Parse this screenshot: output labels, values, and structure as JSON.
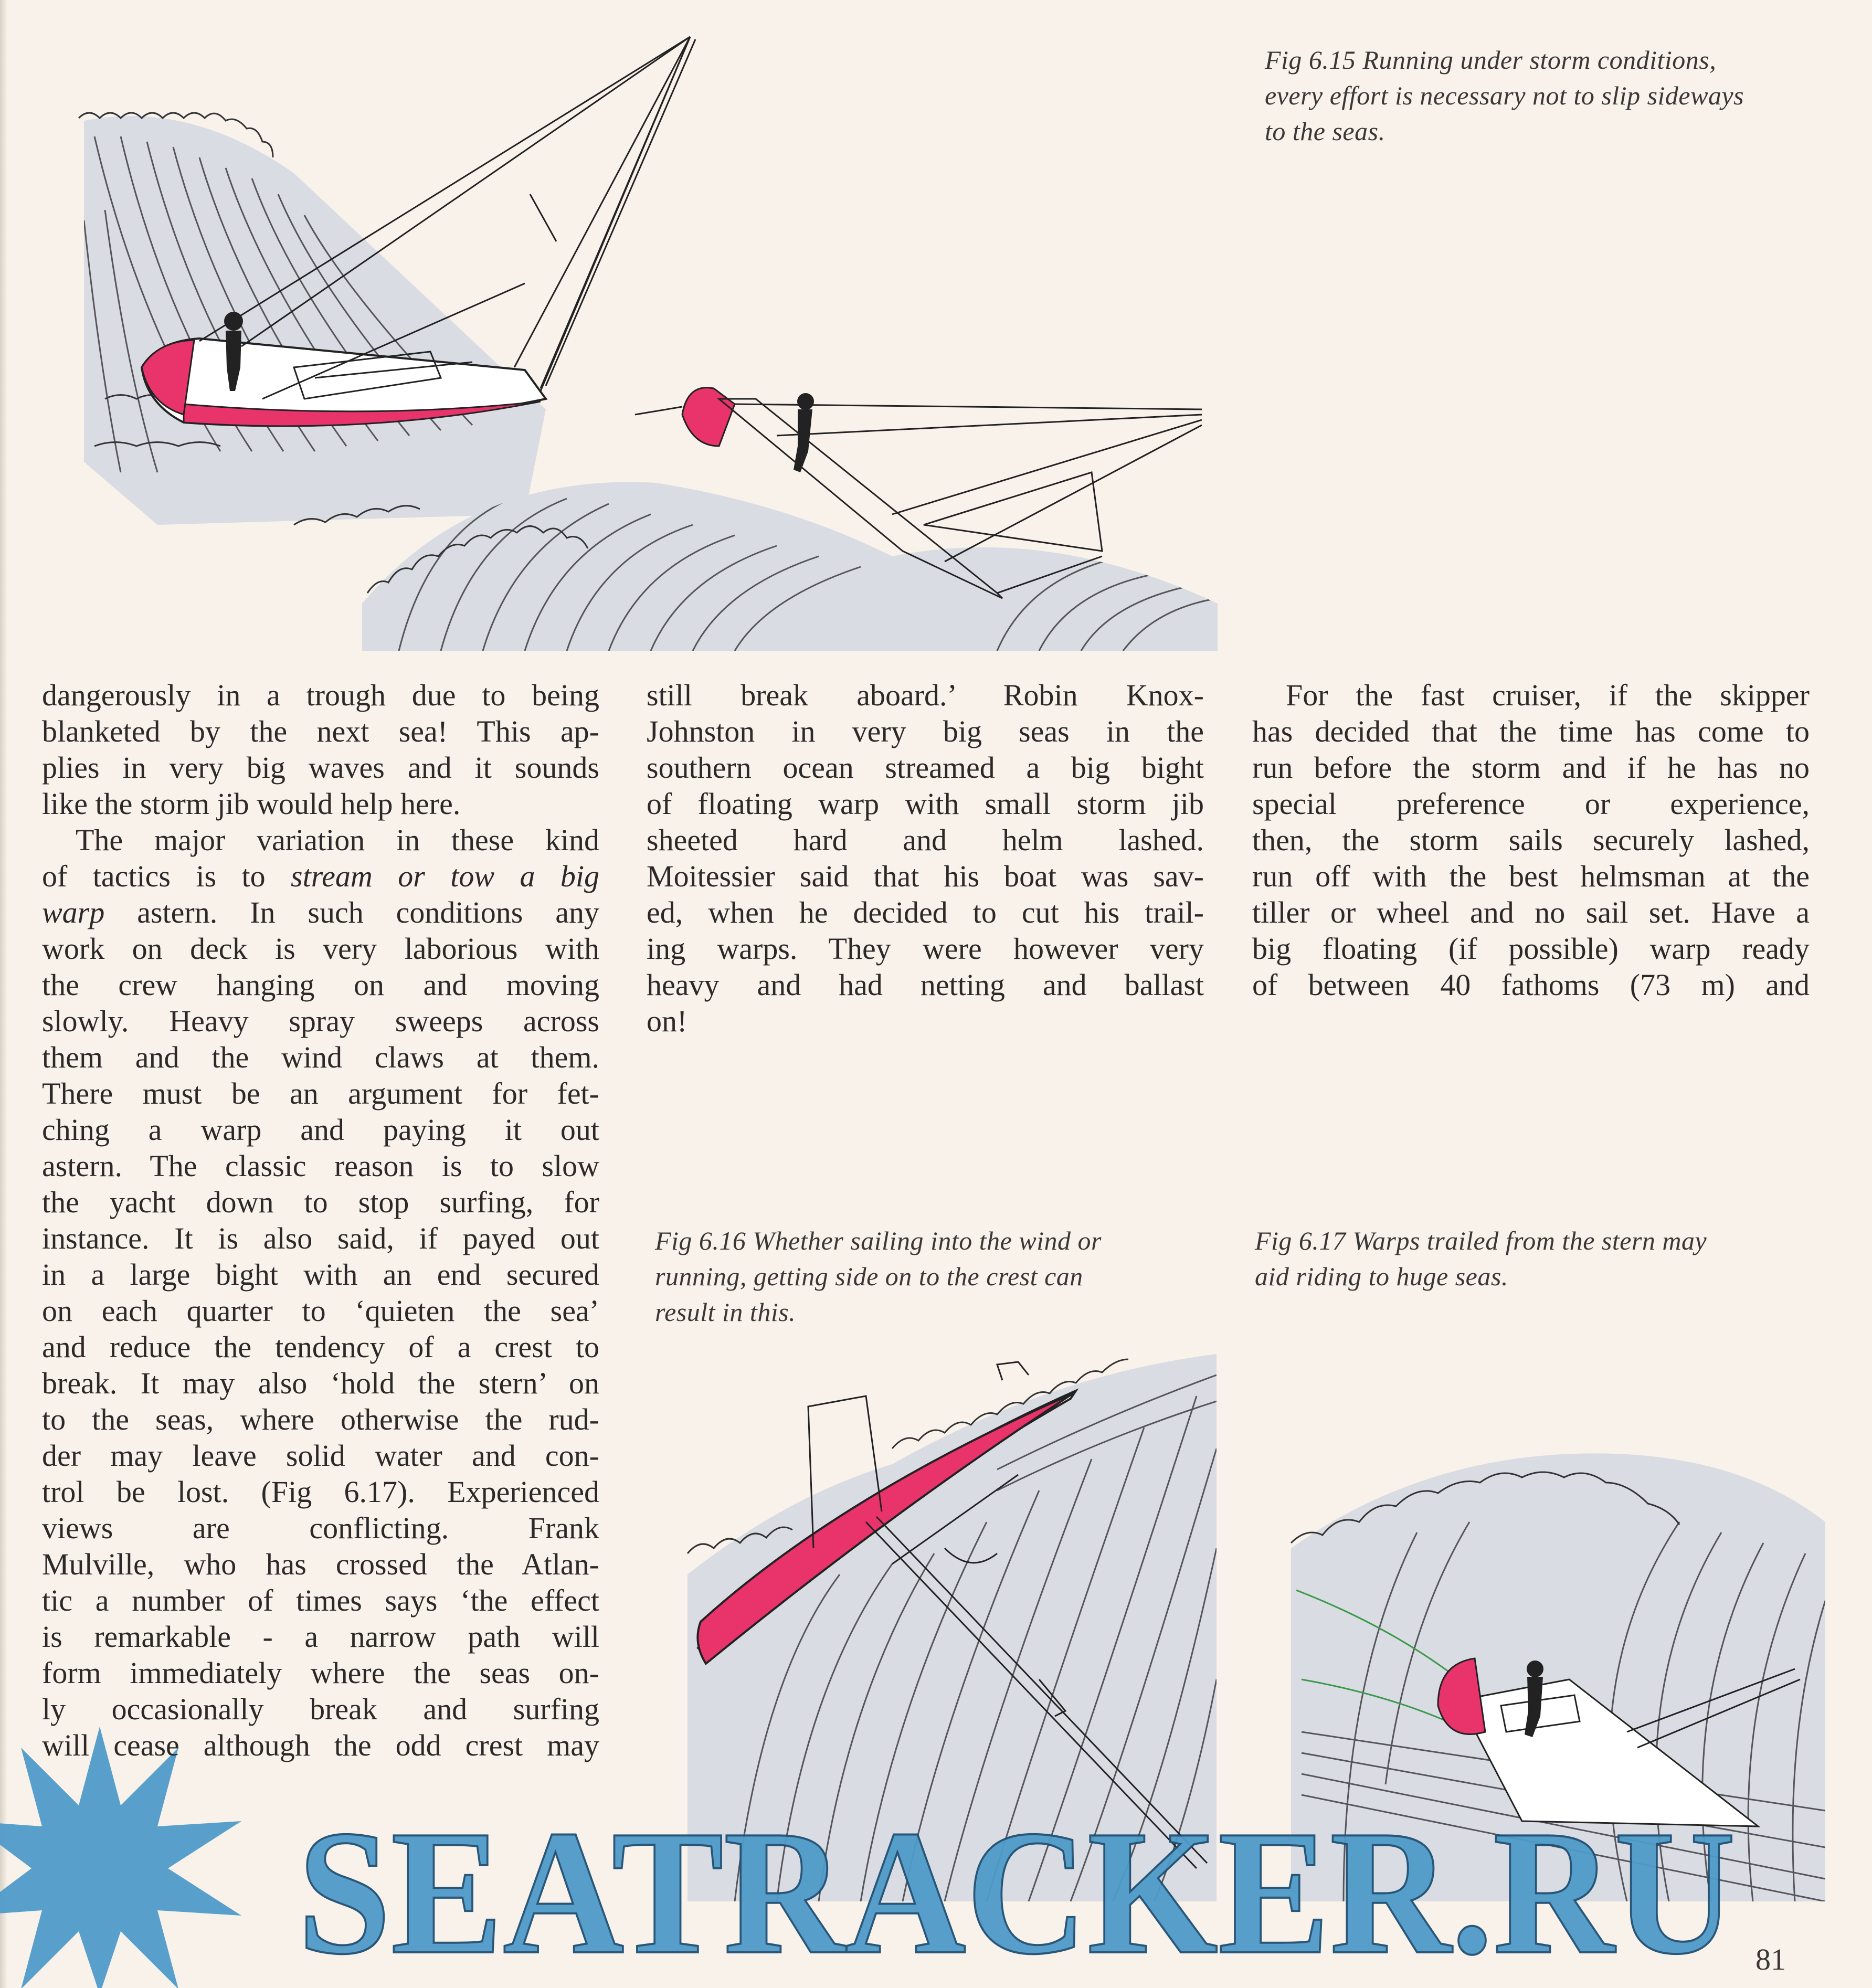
{
  "page": {
    "number": "81",
    "watermark": "SEATRACKER.RU"
  },
  "colors": {
    "paper": "#f8f2ea",
    "text": "#2b2a28",
    "hull_pink": "#e8336b",
    "sea_grey": "#d9dce2",
    "watermark_blue": "#4f9bc9"
  },
  "figures": [
    {
      "id": "fig-6-15",
      "caption": "Fig 6.15 Running under storm conditions, every effort is necessary not to slip sideways to the seas.",
      "caption_lines": [
        "Fig 6.15 Running under storm conditions,",
        "every effort is necessary not to slip sideways",
        "to the seas."
      ]
    },
    {
      "id": "fig-6-16",
      "caption_lines": [
        "Fig 6.16 Whether sailing into the wind or",
        "running, getting side on to the crest can",
        "result in this."
      ]
    },
    {
      "id": "fig-6-17",
      "caption_lines": [
        "Fig 6.17 Warps trailed from the stern may",
        "aid riding to huge seas."
      ]
    }
  ],
  "columns": [
    {
      "lines": [
        {
          "parts": [
            {
              "t": "dangerously in a trough due to being"
            }
          ]
        },
        {
          "parts": [
            {
              "t": "blanketed by the next sea! This ap-"
            }
          ]
        },
        {
          "parts": [
            {
              "t": "plies in very big waves and it sounds"
            }
          ]
        },
        {
          "parts": [
            {
              "t": "like the storm jib would help here."
            }
          ],
          "last": true
        },
        {
          "parts": [
            {
              "t": "The major variation in these kind"
            }
          ],
          "indent": true
        },
        {
          "parts": [
            {
              "t": "of tactics is to "
            },
            {
              "t": "stream or tow a big",
              "i": true
            }
          ]
        },
        {
          "parts": [
            {
              "t": "warp",
              "i": true
            },
            {
              "t": " astern. In such conditions any"
            }
          ]
        },
        {
          "parts": [
            {
              "t": "work on deck is very laborious with"
            }
          ]
        },
        {
          "parts": [
            {
              "t": "the crew hanging on and moving"
            }
          ]
        },
        {
          "parts": [
            {
              "t": "slowly. Heavy spray sweeps across"
            }
          ]
        },
        {
          "parts": [
            {
              "t": "them and the wind claws at them."
            }
          ]
        },
        {
          "parts": [
            {
              "t": "There must be an argument for fet-"
            }
          ]
        },
        {
          "parts": [
            {
              "t": "ching a warp and paying it out"
            }
          ]
        },
        {
          "parts": [
            {
              "t": "astern. The classic reason is to slow"
            }
          ]
        },
        {
          "parts": [
            {
              "t": "the yacht down to stop surfing, for"
            }
          ]
        },
        {
          "parts": [
            {
              "t": "instance. It is also said, if payed out"
            }
          ]
        },
        {
          "parts": [
            {
              "t": "in a large bight with an end secured"
            }
          ]
        },
        {
          "parts": [
            {
              "t": "on each quarter to ‘quieten the sea’"
            }
          ]
        },
        {
          "parts": [
            {
              "t": "and reduce the tendency of a crest to"
            }
          ]
        },
        {
          "parts": [
            {
              "t": "break. It may also ‘hold the stern’ on"
            }
          ]
        },
        {
          "parts": [
            {
              "t": "to the seas, where otherwise the rud-"
            }
          ]
        },
        {
          "parts": [
            {
              "t": "der may leave solid water and con-"
            }
          ]
        },
        {
          "parts": [
            {
              "t": "trol be lost. (Fig 6.17). Experienced"
            }
          ]
        },
        {
          "parts": [
            {
              "t": "views are conflicting. Frank"
            }
          ]
        },
        {
          "parts": [
            {
              "t": "Mulville, who has crossed the Atlan-"
            }
          ]
        },
        {
          "parts": [
            {
              "t": "tic a number of times says ‘the effect"
            }
          ]
        },
        {
          "parts": [
            {
              "t": "is remarkable - a narrow path will"
            }
          ]
        },
        {
          "parts": [
            {
              "t": "form immediately where the seas on-"
            }
          ]
        },
        {
          "parts": [
            {
              "t": "ly occasionally break and surfing"
            }
          ]
        },
        {
          "parts": [
            {
              "t": "will cease although the odd crest may"
            }
          ]
        }
      ]
    },
    {
      "lines": [
        {
          "parts": [
            {
              "t": "still break aboard.’ Robin Knox-"
            }
          ]
        },
        {
          "parts": [
            {
              "t": "Johnston in very big seas in the"
            }
          ]
        },
        {
          "parts": [
            {
              "t": "southern ocean streamed a big bight"
            }
          ]
        },
        {
          "parts": [
            {
              "t": "of floating warp with small storm jib"
            }
          ]
        },
        {
          "parts": [
            {
              "t": "sheeted hard and helm lashed."
            }
          ]
        },
        {
          "parts": [
            {
              "t": "Moitessier said that his boat was sav-"
            }
          ]
        },
        {
          "parts": [
            {
              "t": "ed, when he decided to cut his trail-"
            }
          ]
        },
        {
          "parts": [
            {
              "t": "ing warps. They were however very"
            }
          ]
        },
        {
          "parts": [
            {
              "t": "heavy and had netting and ballast"
            }
          ]
        },
        {
          "parts": [
            {
              "t": "on!"
            }
          ],
          "last": true
        }
      ]
    },
    {
      "lines": [
        {
          "parts": [
            {
              "t": "For the fast cruiser, if the skipper"
            }
          ],
          "indent": true
        },
        {
          "parts": [
            {
              "t": "has decided that the time has come to"
            }
          ]
        },
        {
          "parts": [
            {
              "t": "run before the storm and if he has no"
            }
          ]
        },
        {
          "parts": [
            {
              "t": "special preference or experience,"
            }
          ]
        },
        {
          "parts": [
            {
              "t": "then, the storm sails securely lashed,"
            }
          ]
        },
        {
          "parts": [
            {
              "t": "run off with the best helmsman at the"
            }
          ]
        },
        {
          "parts": [
            {
              "t": "tiller or wheel and no sail set. Have a"
            }
          ]
        },
        {
          "parts": [
            {
              "t": "big floating (if possible) warp ready"
            }
          ]
        },
        {
          "parts": [
            {
              "t": "of between 40 fathoms (73 m) and"
            }
          ]
        }
      ]
    }
  ]
}
